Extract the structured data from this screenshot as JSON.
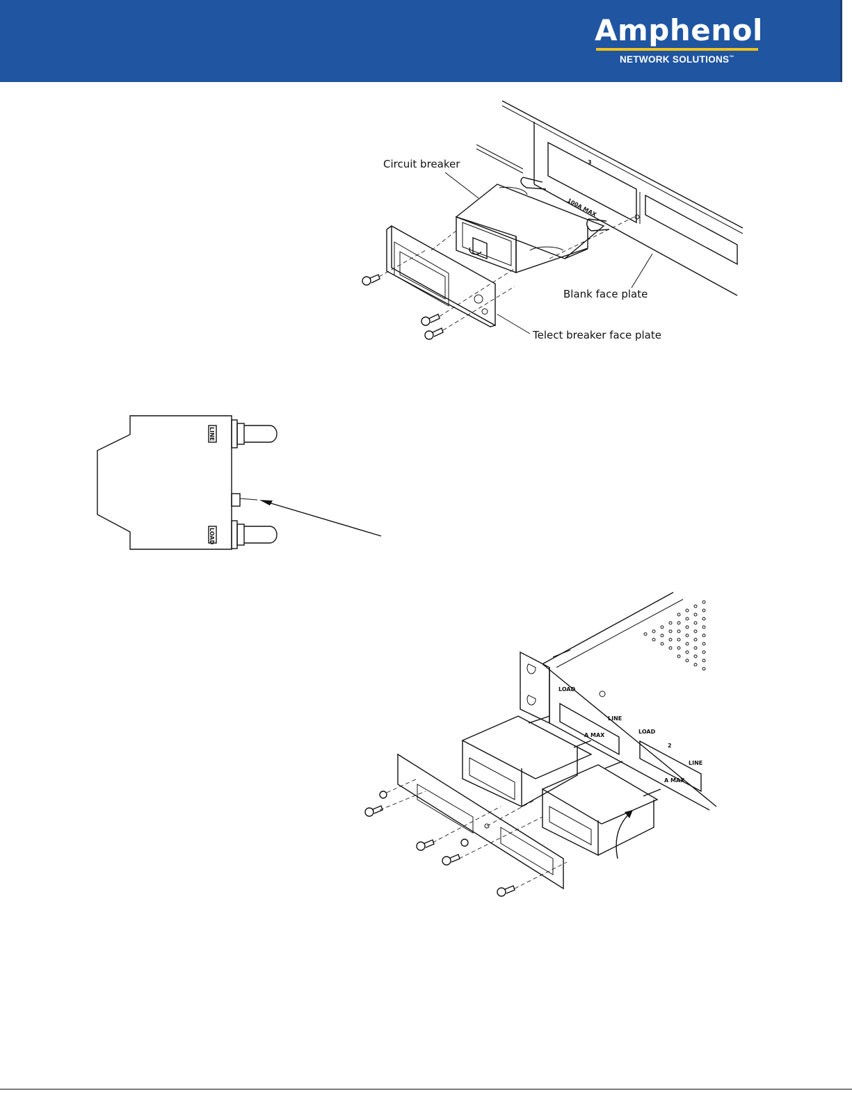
{
  "header": {
    "brand_name": "Amphenol",
    "brand_tagline": "NETWORK SOLUTIONS",
    "trademark": "™",
    "background_color": "#1f55a1",
    "accent_color": "#f2c21b"
  },
  "figure_1": {
    "callouts": {
      "circuit_breaker": "Circuit breaker",
      "blank_face_plate": "Blank face plate",
      "telect_face_plate": "Telect breaker face plate"
    },
    "slot_number": "3",
    "rating": "100A MAX"
  },
  "figure_2": {
    "terminal_top": "LINE",
    "terminal_bottom": "LOAD"
  },
  "figure_3": {
    "load_label": "LOAD",
    "line_label": "LINE",
    "max_label": "A MAX",
    "slot_number": "2"
  }
}
